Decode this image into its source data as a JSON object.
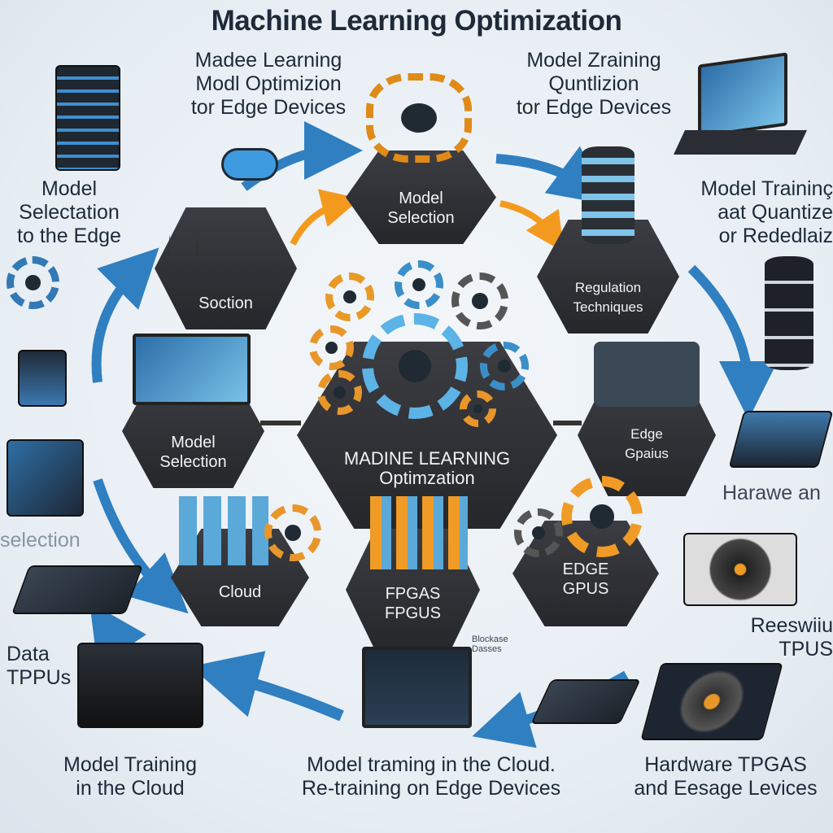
{
  "title": "Machine Learning Optimization",
  "labels": {
    "top_left": "Madee Learning\nModl Optimizion\ntor Edge Devices",
    "top_right": "Model Zraining\nQuntlizion\ntor Edge Devices",
    "left_upper": "Model\nSelectation\nto the Edge",
    "right_upper": "Model Traininç\naat Quantize\nor Rededlaiz",
    "left_mid": "selection",
    "right_mid_1": "Harawe an",
    "right_mid_2": "Reeswiiu\nTPUS",
    "left_lower": "Data\nTPPUs",
    "bottom_left": "Model Training\nin the Cloud",
    "bottom_center": "Model traming in the Cloud.\nRe-training on Edge Devices",
    "bottom_right": "Hardware TPGAS\nand Eesage Levices",
    "small_center": "Blockase\nDasses"
  },
  "nodes": {
    "top": "Model\nSelection",
    "left_upper": "Soction",
    "right_upper": "Regulation\nTechniques",
    "left_mid": "Model\nSelection",
    "center": "MADINE LEARNING\nOptimzation",
    "right_mid": "Edge\nGpaius",
    "bottom_left": "Cloud",
    "bottom_center": "FPGAS\nFPGUS",
    "bottom_right": "EDGE\nGPUS"
  },
  "colors": {
    "accent_blue": "#2f7fc1",
    "accent_orange": "#f39a1e",
    "node_dark": "#2f3034"
  }
}
